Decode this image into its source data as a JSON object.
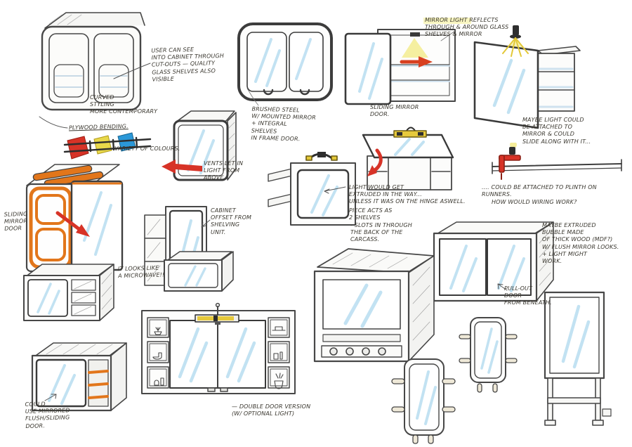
{
  "palette": {
    "pencil": "#474747",
    "marker_red": "#d73327",
    "marker_orange": "#e2761b",
    "marker_yellow": "#e8d84a",
    "marker_blue": "#2b98d8",
    "mirror_blue": "#b4dbf0",
    "glow_yellow": "#f5efa0",
    "hinge_gold": "#e6c93c",
    "ink": "#3a372f"
  },
  "colour_swatches": [
    "#d73327",
    "#e8d84a",
    "#2b98d8"
  ],
  "annotations": {
    "cutouts": "USER CAN SEE\nINTO CABINET THROUGH\nCUT-OUTS — QUALITY\nGLASS SHELVES ALSO\nVISIBLE",
    "curved_styling": "CURVED\nSTYLING\nMORE CONTEMPORARY",
    "plywood": "PLYWOOD BENDING.",
    "colours": "VARIETY OF COLOURS.",
    "vents": "VENTS LET IN\nLIGHT FROM\nABOVE",
    "sliding_left": "SLIDING\nMIRROR\nDOOR",
    "brushed_steel": "BRUSHED STEEL\nW/ MOUNTED MIRROR\n+ INTEGRAL\nSHELVES\nIN FRAME DOOR.",
    "offset": "CABINET\nOFFSET FROM\nSHELVING\nUNIT.",
    "microwave": "IT LOOKS LIKE\nA MICROWAVE!!",
    "mirror_light": "MIRROR LIGHT REFLECTS\nTHROUGH & AROUND GLASS\nSHELVES & MIRROR",
    "sliding_mid": "SLIDING MIRROR\nDOOR.",
    "light_attached": "MAYBE LIGHT COULD\nBE ATTACHED TO\nMIRROR & COULD\nSLIDE ALONG WITH IT...",
    "plinth": ".... COULD BE ATTACHED TO PLINTH ON\nRUNNERS.",
    "wiring": "HOW WOULD WIRING WORK?",
    "hinge1": "LIGHT WOULD GET\nEXTRUDED IN THE WAY...\nUNLESS IT WAS ON THE HINGE ASWELL.",
    "hinge2": "PIECE ACTS AS\n2 SHELVES",
    "hinge3": "- SLOTS IN THROUGH\nTHE BACK OF THE\nCARCASS.",
    "bubble": "MAYBE EXTRUDED\nBUBBLE MADE\nOF THICK WOOD (MDF?)\nW/ FLUSH MIRROR LOOKS.\n+ LIGHT MIGHT\nWORK.",
    "pullout": "PULL-OUT\nDOOR\nFROM BENEATH.",
    "double_door": "— DOUBLE DOOR VERSION\n(W/ OPTIONAL LIGHT)",
    "mirrored_flush": "COULD\nUSE MIRRORED\nFLUSH/SLIDING\nDOOR."
  }
}
